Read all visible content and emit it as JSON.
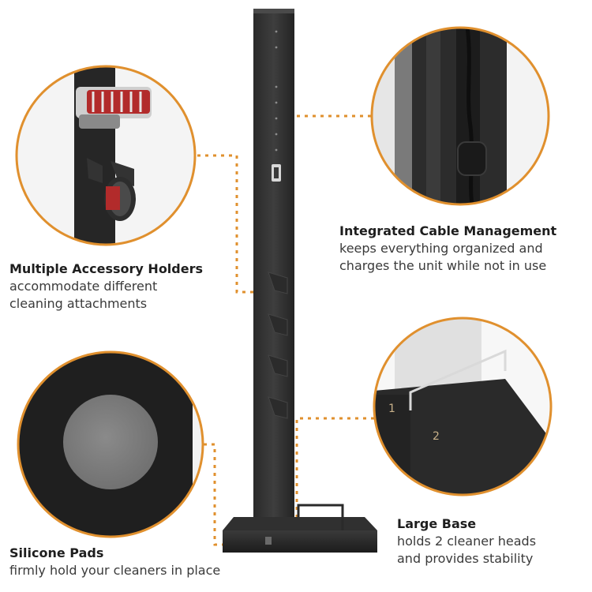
{
  "accent_color": "#e0902e",
  "features": {
    "accessory_holders": {
      "title": "Multiple Accessory Holders",
      "description_lines": [
        "accommodate different",
        "cleaning attachments"
      ]
    },
    "cable_management": {
      "title": "Integrated Cable Management",
      "description_lines": [
        "keeps everything organized and",
        "charges the unit while not in use"
      ]
    },
    "silicone_pads": {
      "title": "Silicone Pads",
      "description_lines": [
        "firmly hold your cleaners in place"
      ]
    },
    "large_base": {
      "title": "Large Base",
      "description_lines": [
        "holds 2 cleaner heads",
        "and provides stability"
      ],
      "slot_labels": [
        "1",
        "2"
      ]
    }
  }
}
